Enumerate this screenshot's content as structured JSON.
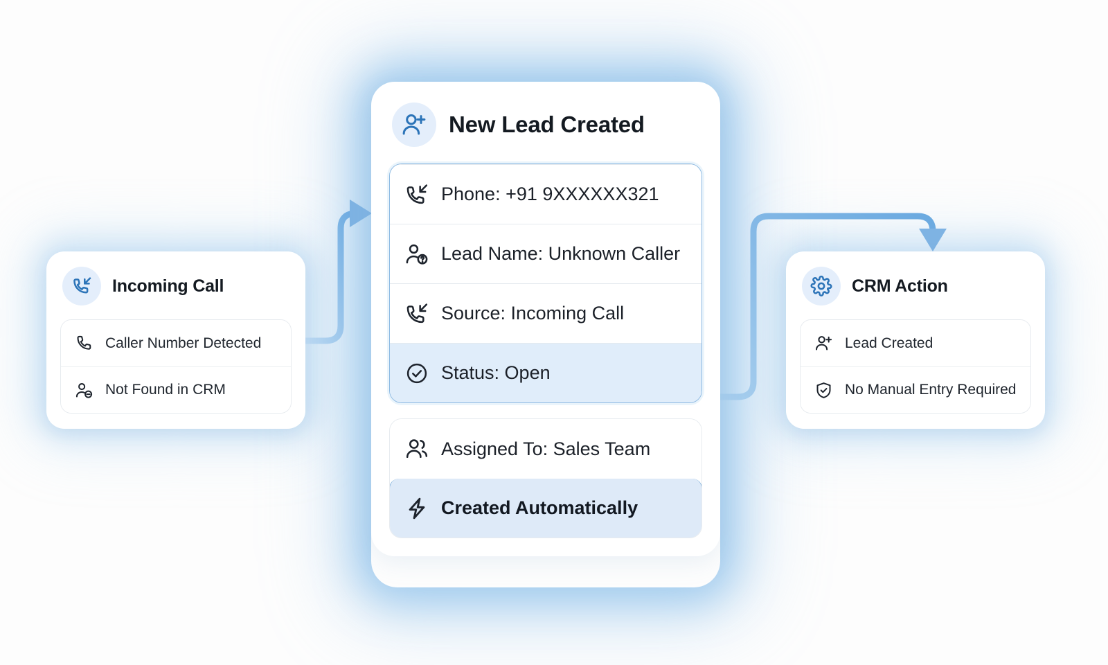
{
  "theme": {
    "background": "#fdfdfd",
    "accent": "#2c74b8",
    "badge_bg": "#e4eefb",
    "highlight_bg": "#e0edfa",
    "emphasis_bg": "#deeaf8",
    "emphasis_border": "#7fb0da",
    "connector": "#7fb4e4",
    "text": "#1b2028"
  },
  "incoming_call_card": {
    "title": "Incoming Call",
    "icon": "incoming-call-icon",
    "rows": [
      {
        "icon": "phone-icon",
        "label": "Caller Number Detected"
      },
      {
        "icon": "user-minus-icon",
        "label": "Not Found in CRM"
      }
    ]
  },
  "new_lead_card": {
    "title": "New Lead Created",
    "icon": "user-plus-icon",
    "primary_rows": [
      {
        "icon": "incoming-call-icon",
        "label": "Phone: +91 9XXXXXX321",
        "highlighted": false
      },
      {
        "icon": "user-question-icon",
        "label": "Lead Name: Unknown Caller",
        "highlighted": false
      },
      {
        "icon": "incoming-call-icon",
        "label": "Source: Incoming Call",
        "highlighted": false
      },
      {
        "icon": "check-circle-icon",
        "label": "Status: Open",
        "highlighted": true
      }
    ],
    "secondary_rows": [
      {
        "icon": "users-icon",
        "label": "Assigned To: Sales Team",
        "emphasis": false
      },
      {
        "icon": "bolt-icon",
        "label": "Created Automatically",
        "emphasis": true
      }
    ]
  },
  "crm_action_card": {
    "title": "CRM Action",
    "icon": "gear-icon",
    "rows": [
      {
        "icon": "user-plus-icon",
        "label": "Lead Created"
      },
      {
        "icon": "shield-check-icon",
        "label": "No Manual Entry Required"
      }
    ]
  },
  "connectors": [
    {
      "name": "incoming-call-to-new-lead",
      "from": "incoming-call-card",
      "to": "new-lead-card",
      "direction": "right"
    },
    {
      "name": "new-lead-to-crm-action",
      "from": "new-lead-card",
      "to": "crm-action-card",
      "direction": "down"
    }
  ]
}
